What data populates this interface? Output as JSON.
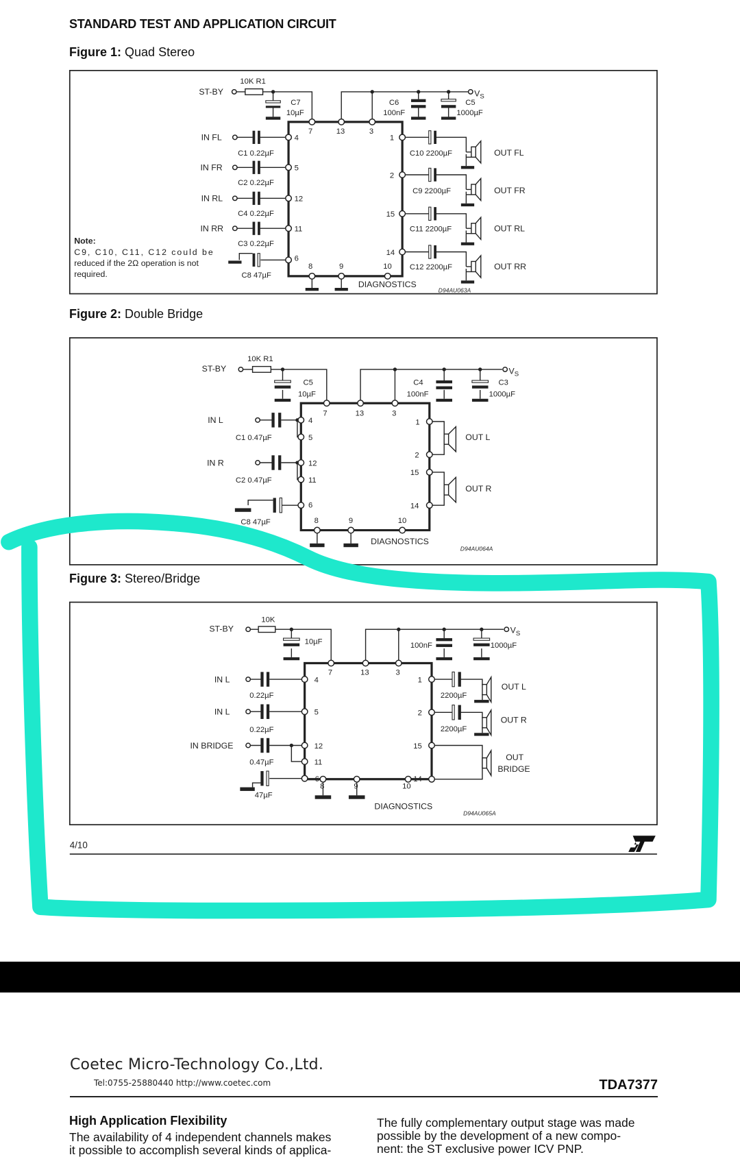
{
  "header": {
    "section_title": "STANDARD TEST AND APPLICATION CIRCUIT"
  },
  "figures": [
    {
      "prefix": "Figure 1:",
      "title": "Quad Stereo",
      "drawing_code": "D94AU063A",
      "labels": {
        "stby": "ST-BY",
        "r1": "10K R1",
        "c_stby": "C7",
        "c_stby_val": "10µF",
        "c_dec": "C6",
        "c_dec_val": "100nF",
        "c_bulk": "C5",
        "c_bulk_val": "1000µF",
        "vs": "V",
        "vs_sub": "S",
        "diagnostics": "DIAGNOSTICS"
      },
      "inputs": [
        {
          "name": "IN FL",
          "cap": "C1 0.22µF",
          "pin": "4"
        },
        {
          "name": "IN FR",
          "cap": "C2 0.22µF",
          "pin": "5"
        },
        {
          "name": "IN RL",
          "cap": "C4 0.22µF",
          "pin": "12"
        },
        {
          "name": "IN RR",
          "cap": "C3 0.22µF",
          "pin": "11"
        }
      ],
      "outputs": [
        {
          "name": "OUT FL",
          "cap": "C10 2200µF",
          "pin": "1"
        },
        {
          "name": "OUT FR",
          "cap": "C9 2200µF",
          "pin": "2"
        },
        {
          "name": "OUT RL",
          "cap": "C11 2200µF",
          "pin": "15"
        },
        {
          "name": "OUT RR",
          "cap": "C12 2200µF",
          "pin": "14"
        }
      ],
      "svr_cap": "C8 47µF",
      "pins_top": [
        "7",
        "13",
        "3"
      ],
      "pins_bottom": [
        "8",
        "9",
        "10"
      ],
      "pin_svr": "6",
      "note_title": "Note:",
      "note_lines": [
        "C9, C10, C11, C12 could be",
        "reduced if the 2Ω operation is not",
        "required."
      ]
    },
    {
      "prefix": "Figure 2:",
      "title": "Double Bridge",
      "drawing_code": "D94AU064A",
      "labels": {
        "stby": "ST-BY",
        "r1": "10K R1",
        "c_stby": "C5",
        "c_stby_val": "10µF",
        "c_dec": "C4",
        "c_dec_val": "100nF",
        "c_bulk": "C3",
        "c_bulk_val": "1000µF",
        "vs": "V",
        "vs_sub": "S",
        "diagnostics": "DIAGNOSTICS"
      },
      "inputs": [
        {
          "name": "IN L",
          "cap": "C1 0.47µF",
          "pins": [
            "4",
            "5"
          ]
        },
        {
          "name": "IN R",
          "cap": "C2 0.47µF",
          "pins": [
            "12",
            "11"
          ]
        }
      ],
      "outputs": [
        {
          "name": "OUT L",
          "pins": [
            "1",
            "2"
          ]
        },
        {
          "name": "OUT R",
          "pins": [
            "15",
            "14"
          ]
        }
      ],
      "svr_cap": "C8 47µF",
      "pins_top": [
        "7",
        "13",
        "3"
      ],
      "pins_bottom": [
        "8",
        "9",
        "10"
      ],
      "pin_svr": "6"
    },
    {
      "prefix": "Figure 3:",
      "title": "Stereo/Bridge",
      "drawing_code": "D94AU065A",
      "labels": {
        "stby": "ST-BY",
        "r1": "10K",
        "c_stby_val": "10µF",
        "c_dec_val": "100nF",
        "c_bulk_val": "1000µF",
        "vs": "V",
        "vs_sub": "S",
        "diagnostics": "DIAGNOSTICS"
      },
      "inputs": [
        {
          "name": "IN L",
          "cap": "0.22µF",
          "pin": "4"
        },
        {
          "name": "IN L",
          "cap": "0.22µF",
          "pin": "5"
        },
        {
          "name": "IN BRIDGE",
          "cap": "0.47µF",
          "pins": [
            "12",
            "11"
          ]
        }
      ],
      "outputs": [
        {
          "name": "OUT L",
          "cap": "2200µF",
          "pin": "1"
        },
        {
          "name": "OUT R",
          "cap": "2200µF",
          "pin": "2"
        },
        {
          "name_line1": "OUT",
          "name_line2": "BRIDGE",
          "pins": [
            "15",
            "14"
          ]
        }
      ],
      "svr_cap": "47µF",
      "pins_top": [
        "7",
        "13",
        "3"
      ],
      "pins_bottom": [
        "8",
        "9",
        "10"
      ],
      "pin_svr": "6"
    }
  ],
  "footer": {
    "page_number": "4/10",
    "logo_text": "ST"
  },
  "next_page": {
    "company": "Coetec Micro-Technology Co.,Ltd.",
    "contact": "Tel:0755-25880440  http://www.coetec.com",
    "part_number": "TDA7377",
    "section_heading": "High Application Flexibility",
    "left_para": [
      "The availability of 4 independent channels makes",
      "it possible to accomplish several kinds of applica-"
    ],
    "right_para": [
      "The fully complementary output stage was made",
      "possible by the development of a new compo-",
      "nent: the ST exclusive power ICV PNP."
    ]
  },
  "annotation": {
    "color": "#1ee8cc",
    "description_hidden": true
  }
}
